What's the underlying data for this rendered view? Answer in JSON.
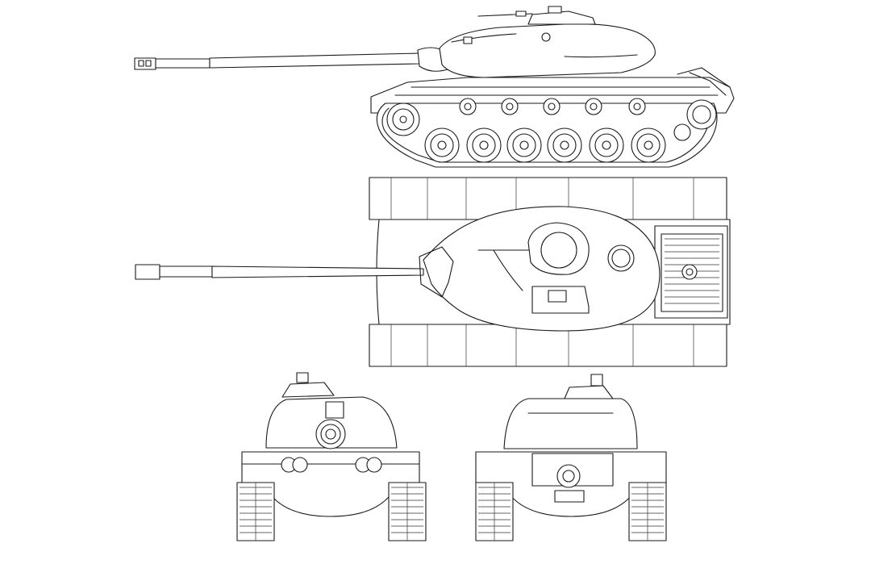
{
  "title": "",
  "views": [
    "side-view",
    "top-view",
    "front-view",
    "rear-view"
  ],
  "watermark": ""
}
